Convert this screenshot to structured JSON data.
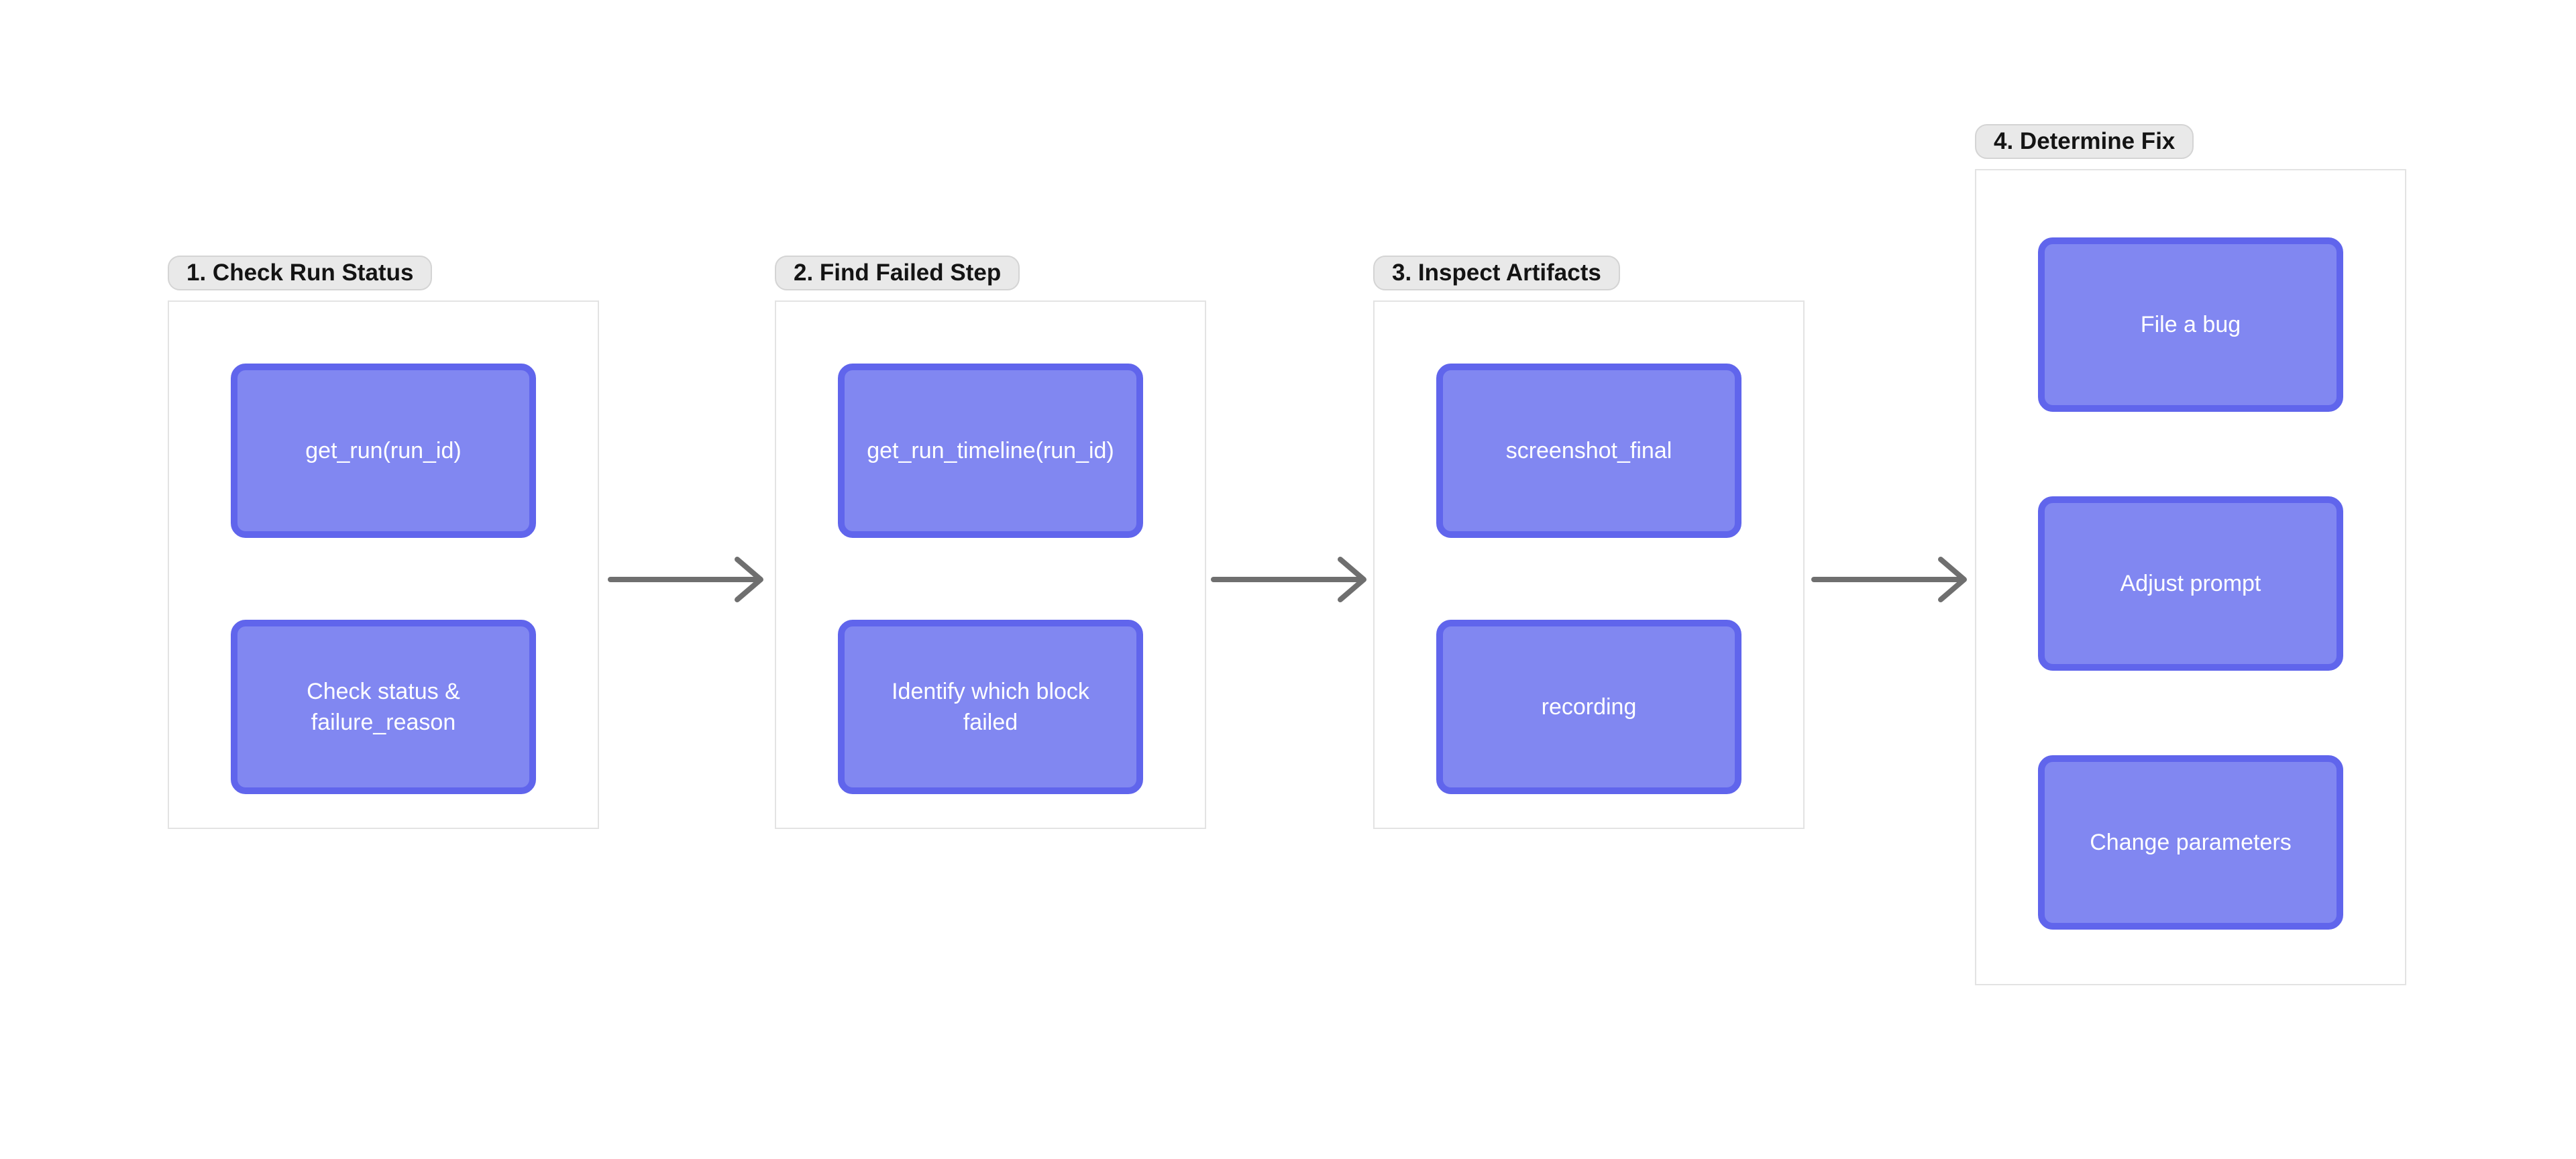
{
  "colors": {
    "node_fill": "#8187f1",
    "node_border": "#6065ec",
    "node_text": "#ffffff",
    "arrow": "#6f6f6f",
    "pill_bg": "#e9e9e9",
    "pill_border": "#d4d4d4",
    "pill_text": "#141414",
    "group_border": "#e3e3e3",
    "group_bg": "#ffffff",
    "page_bg": "#ffffff"
  },
  "diagram": {
    "groups": [
      {
        "label": "1. Check Run Status",
        "nodes": [
          {
            "label": "get_run(run_id)"
          },
          {
            "label": "Check status &\nfailure_reason"
          }
        ]
      },
      {
        "label": "2. Find Failed Step",
        "nodes": [
          {
            "label": "get_run_timeline(run_id)"
          },
          {
            "label": "Identify which block\nfailed"
          }
        ]
      },
      {
        "label": "3. Inspect Artifacts",
        "nodes": [
          {
            "label": "screenshot_final"
          },
          {
            "label": "recording"
          }
        ]
      },
      {
        "label": "4. Determine Fix",
        "nodes": [
          {
            "label": "File a bug"
          },
          {
            "label": "Adjust prompt"
          },
          {
            "label": "Change parameters"
          }
        ]
      }
    ],
    "arrows": [
      {
        "name": "step1-to-step2"
      },
      {
        "name": "step2-to-step3"
      },
      {
        "name": "step3-to-step4"
      }
    ]
  }
}
